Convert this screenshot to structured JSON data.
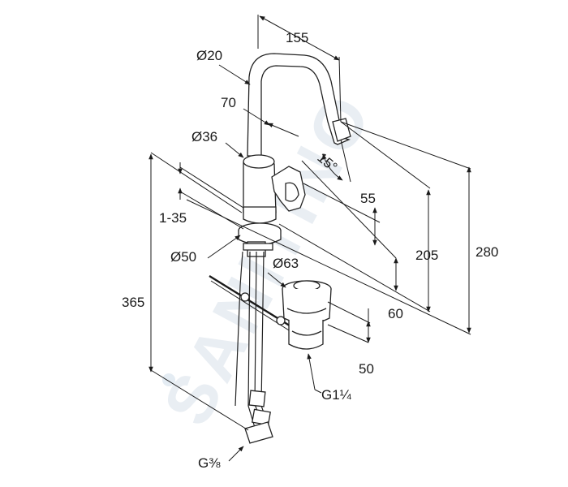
{
  "watermark": "SANITINO",
  "dimensions": {
    "width_155": "155",
    "dia_20": "Ø20",
    "reach_70": "70",
    "dia_36": "Ø36",
    "angle_15": "15°",
    "height_55": "55",
    "adjust_1_35": "1-35",
    "dia_50": "Ø50",
    "height_205": "205",
    "height_280": "280",
    "dia_63": "Ø63",
    "height_365": "365",
    "height_60": "60",
    "height_50": "50",
    "thread_g114": "G1¼",
    "thread_g38": "G⅜"
  },
  "colors": {
    "line": "#1a1a1a",
    "watermark": "#e9eef3"
  }
}
